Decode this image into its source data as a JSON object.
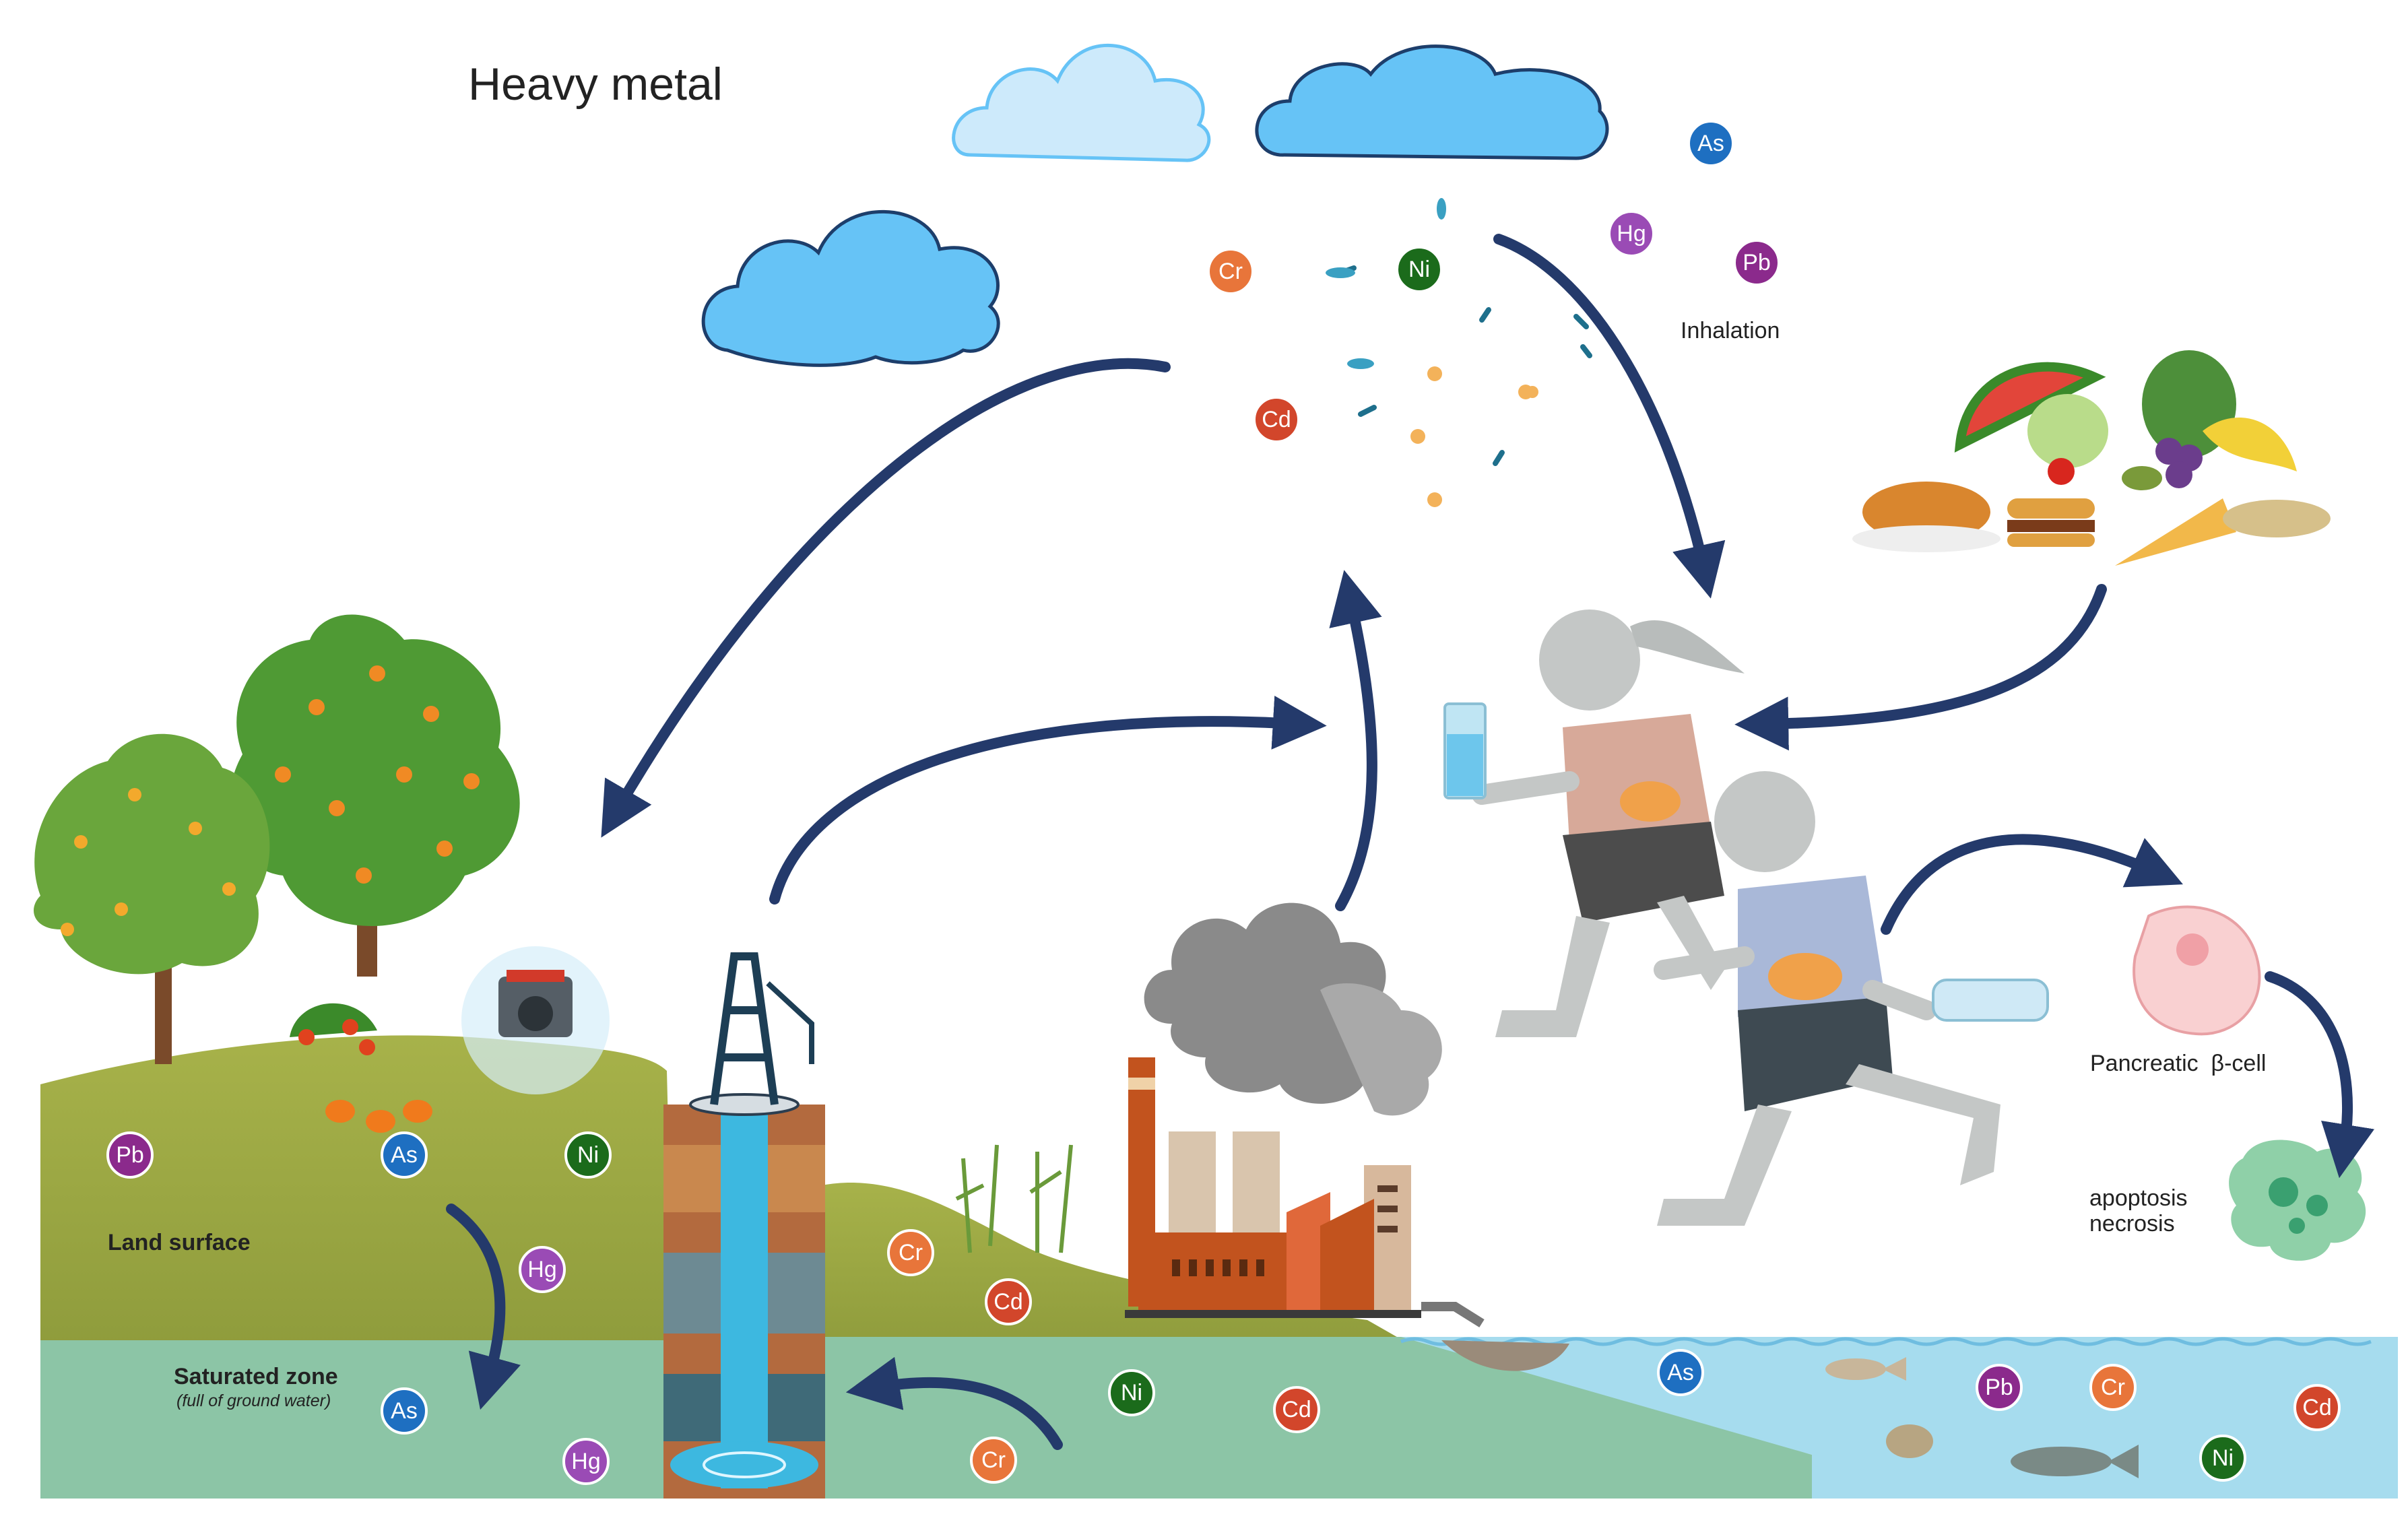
{
  "title": "Heavy metal",
  "labels": {
    "inhalation": "Inhalation",
    "land_surface": "Land surface",
    "saturated_zone": "Saturated zone",
    "saturated_zone_note": "(full of ground water)",
    "pancreatic_cell": "Pancreatic  β-cell",
    "apoptosis": "apoptosis",
    "necrosis": "necrosis"
  },
  "metals": {
    "Pb": {
      "symbol": "Pb",
      "color": "#8b2a8c"
    },
    "As": {
      "symbol": "As",
      "color": "#1e6fc1"
    },
    "Ni": {
      "symbol": "Ni",
      "color": "#1b6b1b"
    },
    "Hg": {
      "symbol": "Hg",
      "color": "#9a4bb5"
    },
    "Cr": {
      "symbol": "Cr",
      "color": "#e8753a"
    },
    "Cd": {
      "symbol": "Cd",
      "color": "#d2462b"
    }
  },
  "colors": {
    "arrow": "#243a6b",
    "cloud": "#66c3f6",
    "ground": "#a8b04a",
    "groundwater": "#8cc5a6",
    "surface_water": "#a6dcee"
  }
}
